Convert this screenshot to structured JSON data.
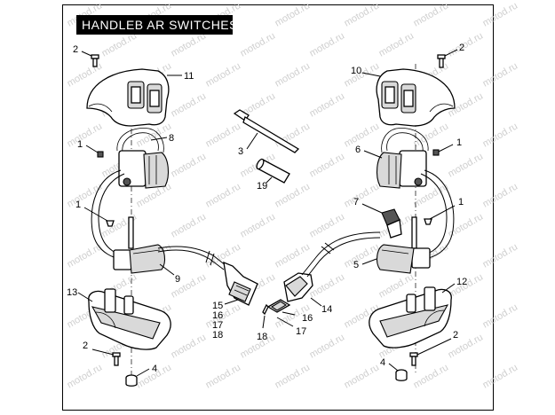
{
  "title": "HANDLEB AR SWITCHES",
  "watermark": "motod.ru",
  "labels": [
    {
      "id": "lbl-2-left-top",
      "text": "2"
    },
    {
      "id": "lbl-11",
      "text": "11"
    },
    {
      "id": "lbl-8",
      "text": "8"
    },
    {
      "id": "lbl-1-left-a",
      "text": "1"
    },
    {
      "id": "lbl-1-left-b",
      "text": "1"
    },
    {
      "id": "lbl-9",
      "text": "9"
    },
    {
      "id": "lbl-13",
      "text": "13"
    },
    {
      "id": "lbl-2-left-bottom",
      "text": "2"
    },
    {
      "id": "lbl-4-left",
      "text": "4"
    },
    {
      "id": "lbl-3",
      "text": "3"
    },
    {
      "id": "lbl-19",
      "text": "19"
    },
    {
      "id": "lbl-15-group",
      "text": "15"
    },
    {
      "id": "lbl-16-group",
      "text": "16"
    },
    {
      "id": "lbl-17-group",
      "text": "17"
    },
    {
      "id": "lbl-18-group",
      "text": "18"
    },
    {
      "id": "lbl-18",
      "text": "18"
    },
    {
      "id": "lbl-17",
      "text": "17"
    },
    {
      "id": "lbl-16",
      "text": "16"
    },
    {
      "id": "lbl-14",
      "text": "14"
    },
    {
      "id": "lbl-2-right-top",
      "text": "2"
    },
    {
      "id": "lbl-10",
      "text": "10"
    },
    {
      "id": "lbl-6",
      "text": "6"
    },
    {
      "id": "lbl-1-right-a",
      "text": "1"
    },
    {
      "id": "lbl-7",
      "text": "7"
    },
    {
      "id": "lbl-1-right-b",
      "text": "1"
    },
    {
      "id": "lbl-5",
      "text": "5"
    },
    {
      "id": "lbl-12",
      "text": "12"
    },
    {
      "id": "lbl-2-right-bottom",
      "text": "2"
    },
    {
      "id": "lbl-4-right",
      "text": "4"
    }
  ]
}
